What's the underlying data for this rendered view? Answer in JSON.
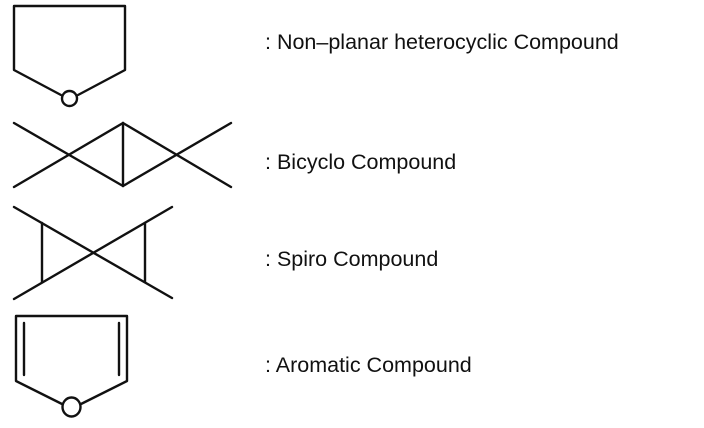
{
  "diagram": {
    "rows": [
      {
        "structure": "furan-like-ring-non-planar",
        "label": ": Non–planar heterocyclic Compound",
        "atom_label": "O"
      },
      {
        "structure": "bicyclo",
        "label": ": Bicyclo Compound"
      },
      {
        "structure": "spiro",
        "label": ": Spiro Compound"
      },
      {
        "structure": "aromatic-furan",
        "label": ": Aromatic Compound",
        "atom_label": "O"
      }
    ]
  }
}
